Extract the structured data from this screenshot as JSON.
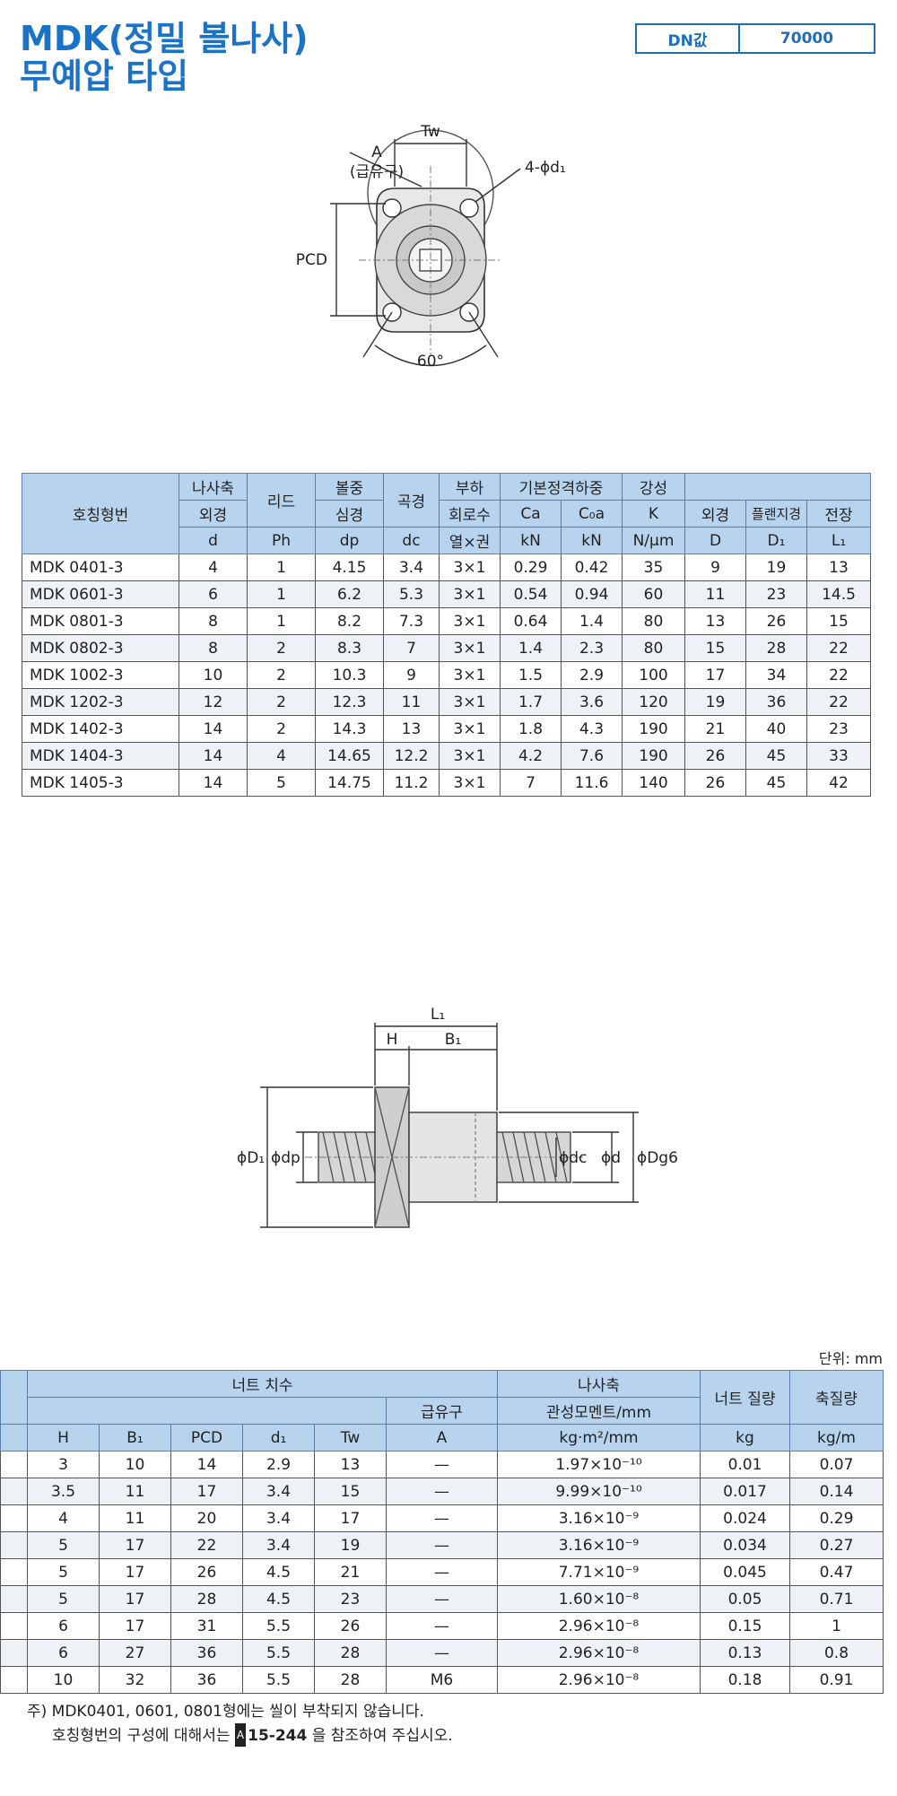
{
  "header": {
    "title_line1": "MDK(정밀 볼나사)",
    "title_line2": "무예압 타입",
    "dn_label": "DN값",
    "dn_value": "70000"
  },
  "diagram1": {
    "tw": "Tw",
    "a": "A",
    "a_sub": "(급유구)",
    "holes": "4-ϕd₁",
    "pcd": "PCD",
    "angle": "60°"
  },
  "diagram2": {
    "l1": "L₁",
    "h": "H",
    "b1": "B₁",
    "d1": "ϕD₁",
    "dp": "ϕdp",
    "dc": "ϕdc",
    "d": "ϕd",
    "dg6": "ϕDg6"
  },
  "table1": {
    "header_row1": [
      "호칭형번",
      "나사축",
      "리드",
      "볼중",
      "곡경",
      "부하",
      "기본정격하중",
      "강성",
      ""
    ],
    "header_row2": [
      "외경",
      "",
      "심경",
      "",
      "회로수",
      "Ca",
      "C₀a",
      "K",
      "외경",
      "플랜지경",
      "전장"
    ],
    "header_row3": [
      "d",
      "Ph",
      "dp",
      "dc",
      "열×권",
      "kN",
      "kN",
      "N/μm",
      "D",
      "D₁",
      "L₁"
    ],
    "rows": [
      [
        "MDK 0401-3",
        "4",
        "1",
        "4.15",
        "3.4",
        "3×1",
        "0.29",
        "0.42",
        "35",
        "9",
        "19",
        "13"
      ],
      [
        "MDK 0601-3",
        "6",
        "1",
        "6.2",
        "5.3",
        "3×1",
        "0.54",
        "0.94",
        "60",
        "11",
        "23",
        "14.5"
      ],
      [
        "MDK 0801-3",
        "8",
        "1",
        "8.2",
        "7.3",
        "3×1",
        "0.64",
        "1.4",
        "80",
        "13",
        "26",
        "15"
      ],
      [
        "MDK 0802-3",
        "8",
        "2",
        "8.3",
        "7",
        "3×1",
        "1.4",
        "2.3",
        "80",
        "15",
        "28",
        "22"
      ],
      [
        "MDK 1002-3",
        "10",
        "2",
        "10.3",
        "9",
        "3×1",
        "1.5",
        "2.9",
        "100",
        "17",
        "34",
        "22"
      ],
      [
        "MDK 1202-3",
        "12",
        "2",
        "12.3",
        "11",
        "3×1",
        "1.7",
        "3.6",
        "120",
        "19",
        "36",
        "22"
      ],
      [
        "MDK 1402-3",
        "14",
        "2",
        "14.3",
        "13",
        "3×1",
        "1.8",
        "4.3",
        "190",
        "21",
        "40",
        "23"
      ],
      [
        "MDK 1404-3",
        "14",
        "4",
        "14.65",
        "12.2",
        "3×1",
        "4.2",
        "7.6",
        "190",
        "26",
        "45",
        "33"
      ],
      [
        "MDK 1405-3",
        "14",
        "5",
        "14.75",
        "11.2",
        "3×1",
        "7",
        "11.6",
        "140",
        "26",
        "45",
        "42"
      ]
    ]
  },
  "table2": {
    "unit": "단위: mm",
    "group_nut": "너트 치수",
    "screw_shaft": "나사축",
    "inertia": "관성모멘트/mm",
    "inertia_unit": "kg·m²/mm",
    "nut_mass": "너트 질량",
    "nut_mass_unit": "kg",
    "shaft_mass": "축질량",
    "shaft_mass_unit": "kg/m",
    "oil_hole": "급유구",
    "col_labels": [
      "H",
      "B₁",
      "PCD",
      "d₁",
      "Tw",
      "A"
    ],
    "rows": [
      [
        "3",
        "10",
        "14",
        "2.9",
        "13",
        "—",
        "1.97×10⁻¹⁰",
        "0.01",
        "0.07"
      ],
      [
        "3.5",
        "11",
        "17",
        "3.4",
        "15",
        "—",
        "9.99×10⁻¹⁰",
        "0.017",
        "0.14"
      ],
      [
        "4",
        "11",
        "20",
        "3.4",
        "17",
        "—",
        "3.16×10⁻⁹",
        "0.024",
        "0.29"
      ],
      [
        "5",
        "17",
        "22",
        "3.4",
        "19",
        "—",
        "3.16×10⁻⁹",
        "0.034",
        "0.27"
      ],
      [
        "5",
        "17",
        "26",
        "4.5",
        "21",
        "—",
        "7.71×10⁻⁹",
        "0.045",
        "0.47"
      ],
      [
        "5",
        "17",
        "28",
        "4.5",
        "23",
        "—",
        "1.60×10⁻⁸",
        "0.05",
        "0.71"
      ],
      [
        "6",
        "17",
        "31",
        "5.5",
        "26",
        "—",
        "2.96×10⁻⁸",
        "0.15",
        "1"
      ],
      [
        "6",
        "27",
        "36",
        "5.5",
        "28",
        "—",
        "2.96×10⁻⁸",
        "0.13",
        "0.8"
      ],
      [
        "10",
        "32",
        "36",
        "5.5",
        "28",
        "M6",
        "2.96×10⁻⁸",
        "0.18",
        "0.91"
      ]
    ]
  },
  "notes": {
    "line1": "주) MDK0401, 0601, 0801형에는 씰이 부착되지 않습니다.",
    "line2_pre": "호칭형번의 구성에 대해서는",
    "ref_icon": "A",
    "ref": "15-244",
    "line2_post": "을 참조하여 주십시오."
  }
}
